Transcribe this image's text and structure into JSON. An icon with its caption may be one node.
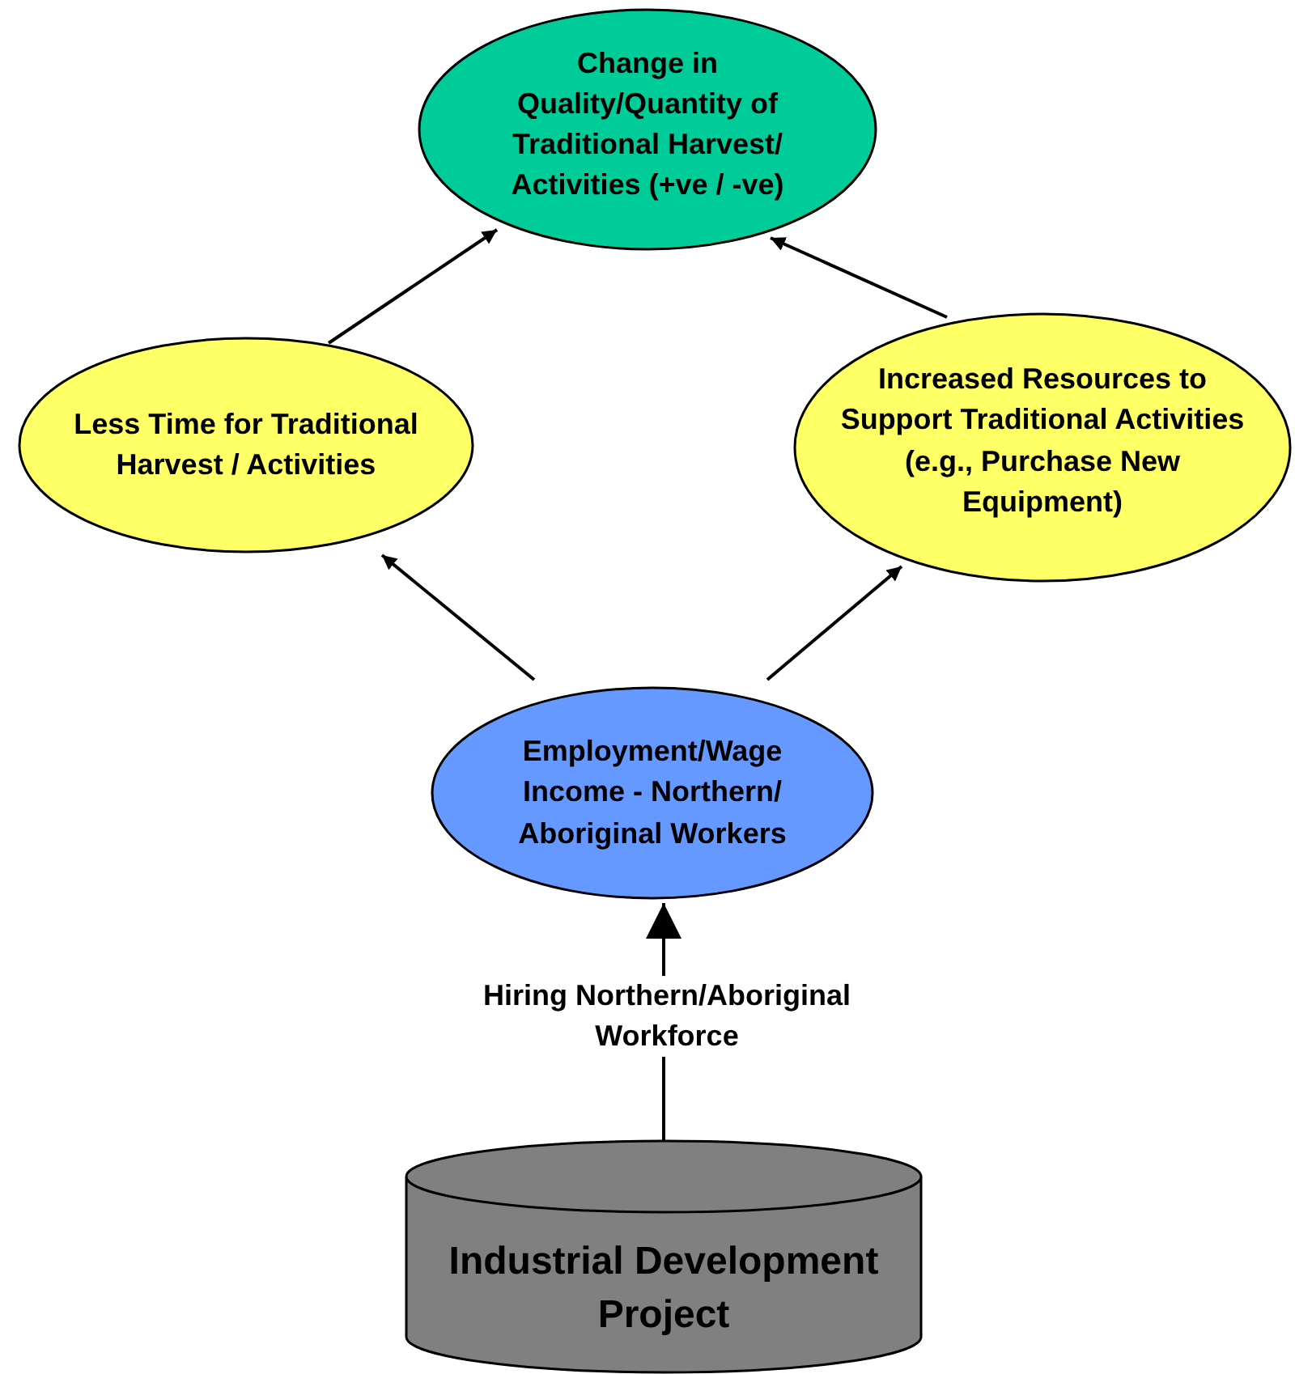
{
  "diagram": {
    "nodes": [
      {
        "text": [
          "Change in Quality/Quantity of Traditional Harvest/ Activities (+ve / -ve)"
        ]
      },
      {
        "text": [
          "Less Time for Traditional Harvest / Activities"
        ]
      },
      {
        "text": [
          "Increased Resources to Support Traditional Activities (e.g., Purchase New Equipment)"
        ]
      },
      {
        "text": [
          "Employment/Wage Income - Northern/ Aboriginal Workers"
        ]
      },
      {
        "text": [
          "Industrial Development Project"
        ]
      }
    ],
    "edges": [
      {
        "from": 3,
        "to": 1,
        "arrow": "to"
      },
      {
        "from": 3,
        "to": 2,
        "arrow": "to"
      },
      {
        "from": 1,
        "to": 0,
        "arrow": "to"
      },
      {
        "from": 2,
        "to": 0,
        "arrow": "to"
      },
      {
        "from": 4,
        "to": 3,
        "arrow": "to",
        "label": "Hiring Northern/Aboriginal Workforce"
      }
    ]
  }
}
